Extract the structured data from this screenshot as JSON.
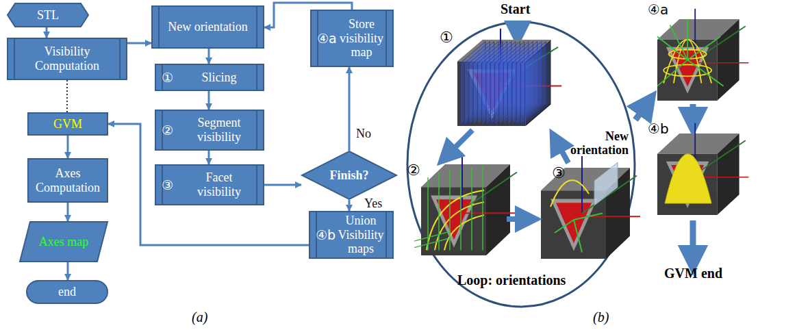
{
  "diagram": {
    "nodes": [
      {
        "text": [
          "STL"
        ]
      },
      {
        "text": [
          "Visibility Computation"
        ]
      },
      {
        "text": [
          "GVM"
        ]
      },
      {
        "text": [
          "Axes Computation"
        ]
      },
      {
        "text": [
          "Axes map"
        ]
      },
      {
        "text": [
          "end"
        ]
      },
      {
        "text": [
          "New orientation"
        ]
      },
      {
        "text": [
          "①",
          "Slicing"
        ]
      },
      {
        "text": [
          "②",
          "Segment visibility"
        ]
      },
      {
        "text": [
          "③",
          "Facet visibility"
        ]
      },
      {
        "text": [
          "Finish?"
        ]
      },
      {
        "text": [
          "④a",
          "Store visibility map"
        ]
      },
      {
        "text": [
          "④b",
          "Union Visibility maps"
        ]
      }
    ],
    "edges": [
      {
        "from": 0,
        "to": 1,
        "arrow": "to"
      },
      {
        "from": 1,
        "to": 2,
        "arrow": "none"
      },
      {
        "from": 2,
        "to": 3,
        "arrow": "to"
      },
      {
        "from": 3,
        "to": 4,
        "arrow": "to"
      },
      {
        "from": 4,
        "to": 5,
        "arrow": "to"
      },
      {
        "from": 1,
        "to": 6,
        "arrow": "to"
      },
      {
        "from": 6,
        "to": 7,
        "arrow": "to"
      },
      {
        "from": 7,
        "to": 8,
        "arrow": "to"
      },
      {
        "from": 8,
        "to": 9,
        "arrow": "to"
      },
      {
        "from": 9,
        "to": 10,
        "arrow": "to"
      },
      {
        "from": 10,
        "to": 11,
        "label": "No",
        "arrow": "to"
      },
      {
        "from": 10,
        "to": 12,
        "label": "Yes",
        "arrow": "to"
      },
      {
        "from": 11,
        "to": 6,
        "arrow": "to"
      },
      {
        "from": 12,
        "to": 2,
        "arrow": "to"
      }
    ],
    "labels": [
      "(a)",
      "(b)",
      "Start",
      "①",
      "②",
      "③",
      "New orientation",
      "Loop: orientations",
      "④a",
      "④b",
      "GVM end"
    ]
  }
}
